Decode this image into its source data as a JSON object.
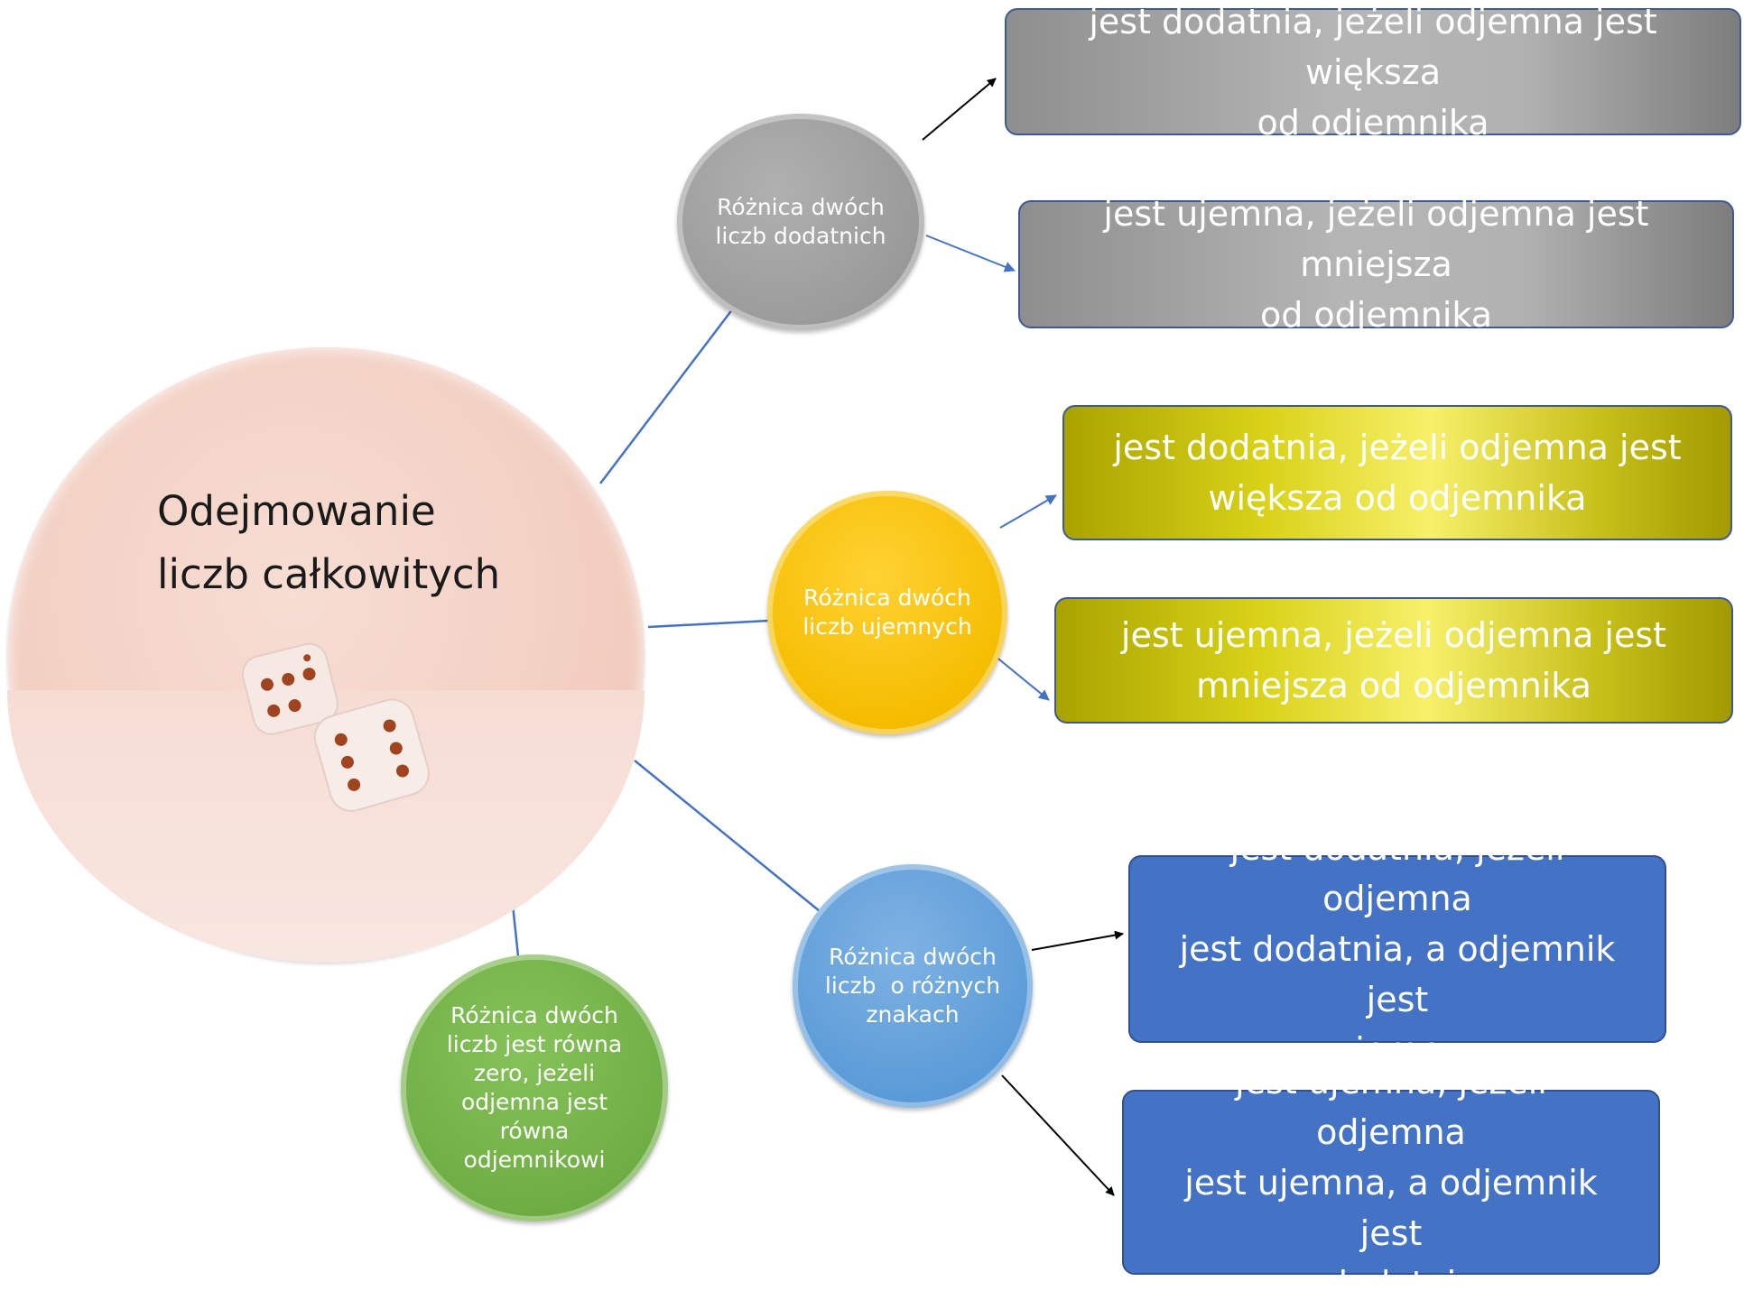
{
  "main_title_lines": [
    "Odejmowanie",
    "liczb całkowitych"
  ],
  "categories": {
    "positive": {
      "label_lines": [
        "Różnica dwóch",
        "liczb dodatnich"
      ]
    },
    "negative": {
      "label_lines": [
        "Różnica dwóch",
        "liczb ujemnych"
      ]
    },
    "mixed": {
      "label_lines": [
        "Różnica dwóch",
        "liczb  o różnych",
        "znakach"
      ]
    },
    "zero": {
      "label_lines": [
        "Różnica dwóch",
        "liczb jest równa",
        "zero, jeżeli",
        "odjemna jest",
        "równa",
        "odjemnikowi"
      ]
    }
  },
  "rules": {
    "positive_greater": [
      "jest dodatnia, jeżeli odjemna jest większa",
      "od odjemnika"
    ],
    "positive_smaller": [
      "jest ujemna, jeżeli odjemna jest mniejsza",
      "od odjemnika"
    ],
    "negative_greater": [
      "jest dodatnia, jeżeli odjemna jest",
      "większa od odjemnika"
    ],
    "negative_smaller": [
      "jest ujemna, jeżeli odjemna jest",
      "mniejsza od odjemnika"
    ],
    "mixed_positive": [
      "jest dodatnia, jeżeli odjemna",
      "jest dodatnia, a odjemnik jest",
      "ujemny"
    ],
    "mixed_negative": [
      "jest ujemna, jeżeli odjemna",
      "jest ujemna, a odjemnik jest",
      "dodatni"
    ]
  },
  "colors": {
    "connector_blue": "#4472c4",
    "arrow_black": "#000000",
    "gray_node": "#9a9a9a",
    "yellow_node": "#f5bd00",
    "blue_node": "#5b9bd8",
    "green_node": "#6fae44",
    "olive_box": "#d9d218",
    "blue_box": "#4472c4",
    "dice_pip": "#a0431f"
  },
  "icons": [
    "dice-icon"
  ]
}
